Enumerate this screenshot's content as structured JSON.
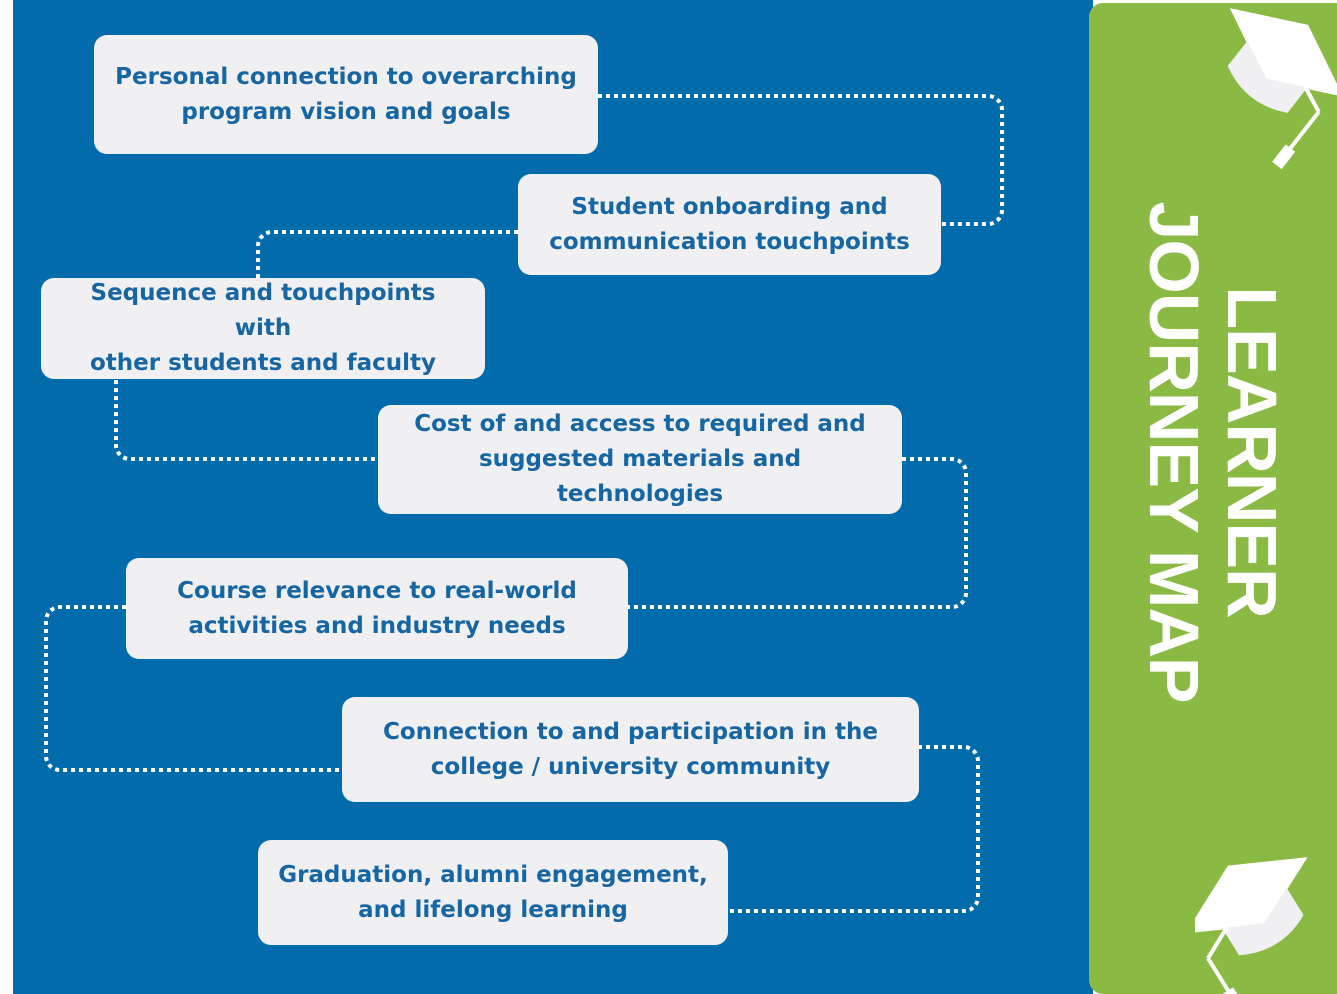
{
  "title": {
    "line1": "LEARNER",
    "line2": "JOURNEY MAP"
  },
  "steps": [
    {
      "label": "Personal connection to overarching\nprogram vision and goals"
    },
    {
      "label": "Student onboarding and\ncommunication touchpoints"
    },
    {
      "label": "Sequence and touchpoints with\nother students and faculty"
    },
    {
      "label": "Cost of and access to required and\nsuggested materials and technologies"
    },
    {
      "label": "Course relevance to real-world\nactivities and industry needs"
    },
    {
      "label": "Connection to and participation in the\ncollege / university community"
    },
    {
      "label": "Graduation, alumni engagement,\nand lifelong learning"
    }
  ],
  "icons": {
    "top": "graduation-cap-icon",
    "bottom": "graduation-cap-icon"
  },
  "colors": {
    "background_blue": "#016bab",
    "accent_green": "#8ab944",
    "box_fill": "#f0eff1",
    "text_blue": "#1666a4",
    "connector": "#ffffff"
  }
}
